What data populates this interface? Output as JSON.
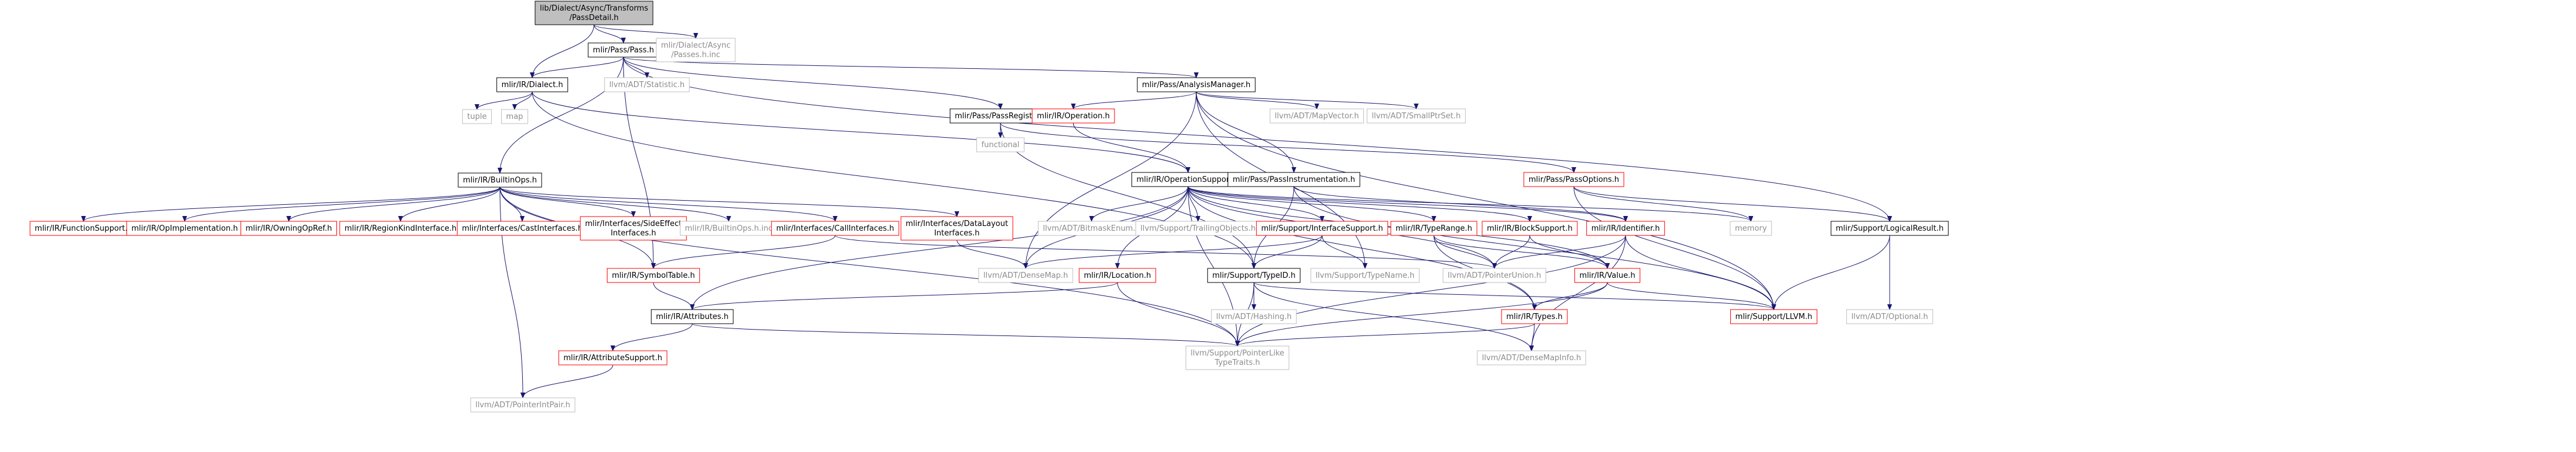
{
  "colors": {
    "edge": "#191970",
    "root_fill": "#bfbfbf",
    "box_black": "#000000",
    "box_red": "#ff0000",
    "box_gray": "#bfbfbf",
    "text_black": "#000000",
    "text_gray": "#8c8c8c"
  },
  "nodes": [
    {
      "id": "root",
      "lines": [
        "lib/Dialect/Async/Transforms",
        "/PassDetail.h"
      ],
      "style": "root"
    },
    {
      "id": "pass_h",
      "lines": [
        "mlir/Pass/Pass.h"
      ],
      "style": "black"
    },
    {
      "id": "async_passes_inc",
      "lines": [
        "mlir/Dialect/Async",
        "/Passes.h.inc"
      ],
      "style": "gray"
    },
    {
      "id": "dialect_h",
      "lines": [
        "mlir/IR/Dialect.h"
      ],
      "style": "black"
    },
    {
      "id": "statistic_h",
      "lines": [
        "llvm/ADT/Statistic.h"
      ],
      "style": "gray"
    },
    {
      "id": "analysis_manager_h",
      "lines": [
        "mlir/Pass/AnalysisManager.h"
      ],
      "style": "black"
    },
    {
      "id": "pass_registry_h",
      "lines": [
        "mlir/Pass/PassRegistry.h"
      ],
      "style": "black"
    },
    {
      "id": "tuple",
      "lines": [
        "tuple"
      ],
      "style": "gray"
    },
    {
      "id": "map",
      "lines": [
        "map"
      ],
      "style": "gray"
    },
    {
      "id": "operation_h",
      "lines": [
        "mlir/IR/Operation.h"
      ],
      "style": "red"
    },
    {
      "id": "mapvector_h",
      "lines": [
        "llvm/ADT/MapVector.h"
      ],
      "style": "gray"
    },
    {
      "id": "smallptrset_h",
      "lines": [
        "llvm/ADT/SmallPtrSet.h"
      ],
      "style": "gray"
    },
    {
      "id": "functional",
      "lines": [
        "functional"
      ],
      "style": "gray"
    },
    {
      "id": "builtin_ops_h",
      "lines": [
        "mlir/IR/BuiltinOps.h"
      ],
      "style": "black"
    },
    {
      "id": "operation_support_h",
      "lines": [
        "mlir/IR/OperationSupport.h"
      ],
      "style": "black"
    },
    {
      "id": "pass_instrumentation_h",
      "lines": [
        "mlir/Pass/PassInstrumentation.h"
      ],
      "style": "black"
    },
    {
      "id": "pass_options_h",
      "lines": [
        "mlir/Pass/PassOptions.h"
      ],
      "style": "red"
    },
    {
      "id": "function_support_h",
      "lines": [
        "mlir/IR/FunctionSupport.h"
      ],
      "style": "red"
    },
    {
      "id": "op_implementation_h",
      "lines": [
        "mlir/IR/OpImplementation.h"
      ],
      "style": "red"
    },
    {
      "id": "owning_op_ref_h",
      "lines": [
        "mlir/IR/OwningOpRef.h"
      ],
      "style": "red"
    },
    {
      "id": "region_kind_interface_h",
      "lines": [
        "mlir/IR/RegionKindInterface.h"
      ],
      "style": "red"
    },
    {
      "id": "cast_interfaces_h",
      "lines": [
        "mlir/Interfaces/CastInterfaces.h"
      ],
      "style": "red"
    },
    {
      "id": "side_effect_interfaces_h",
      "lines": [
        "mlir/Interfaces/SideEffect",
        "Interfaces.h"
      ],
      "style": "red"
    },
    {
      "id": "builtin_ops_h_inc",
      "lines": [
        "mlir/IR/BuiltinOps.h.inc"
      ],
      "style": "gray"
    },
    {
      "id": "call_interfaces_h",
      "lines": [
        "mlir/Interfaces/CallInterfaces.h"
      ],
      "style": "red"
    },
    {
      "id": "data_layout_interfaces_h",
      "lines": [
        "mlir/Interfaces/DataLayout",
        "Interfaces.h"
      ],
      "style": "red"
    },
    {
      "id": "bitmask_enum_h",
      "lines": [
        "llvm/ADT/BitmaskEnum.h"
      ],
      "style": "gray"
    },
    {
      "id": "trailing_objects_h",
      "lines": [
        "llvm/Support/TrailingObjects.h"
      ],
      "style": "gray"
    },
    {
      "id": "interface_support_h",
      "lines": [
        "mlir/Support/InterfaceSupport.h"
      ],
      "style": "red"
    },
    {
      "id": "type_range_h",
      "lines": [
        "mlir/IR/TypeRange.h"
      ],
      "style": "red"
    },
    {
      "id": "block_support_h",
      "lines": [
        "mlir/IR/BlockSupport.h"
      ],
      "style": "red"
    },
    {
      "id": "identifier_h",
      "lines": [
        "mlir/IR/Identifier.h"
      ],
      "style": "red"
    },
    {
      "id": "memory",
      "lines": [
        "memory"
      ],
      "style": "gray"
    },
    {
      "id": "logical_result_h",
      "lines": [
        "mlir/Support/LogicalResult.h"
      ],
      "style": "black"
    },
    {
      "id": "symbol_table_h",
      "lines": [
        "mlir/IR/SymbolTable.h"
      ],
      "style": "red"
    },
    {
      "id": "dense_map_h",
      "lines": [
        "llvm/ADT/DenseMap.h"
      ],
      "style": "gray"
    },
    {
      "id": "location_h",
      "lines": [
        "mlir/IR/Location.h"
      ],
      "style": "red"
    },
    {
      "id": "type_id_h",
      "lines": [
        "mlir/Support/TypeID.h"
      ],
      "style": "black"
    },
    {
      "id": "type_name_h",
      "lines": [
        "llvm/Support/TypeName.h"
      ],
      "style": "gray"
    },
    {
      "id": "pointer_union_h",
      "lines": [
        "llvm/ADT/PointerUnion.h"
      ],
      "style": "gray"
    },
    {
      "id": "value_h",
      "lines": [
        "mlir/IR/Value.h"
      ],
      "style": "red"
    },
    {
      "id": "optional_h",
      "lines": [
        "llvm/ADT/Optional.h"
      ],
      "style": "gray"
    },
    {
      "id": "attributes_h",
      "lines": [
        "mlir/IR/Attributes.h"
      ],
      "style": "black"
    },
    {
      "id": "hashing_h",
      "lines": [
        "llvm/ADT/Hashing.h"
      ],
      "style": "gray"
    },
    {
      "id": "types_h",
      "lines": [
        "mlir/IR/Types.h"
      ],
      "style": "red"
    },
    {
      "id": "support_llvm_h",
      "lines": [
        "mlir/Support/LLVM.h"
      ],
      "style": "red"
    },
    {
      "id": "attribute_support_h",
      "lines": [
        "mlir/IR/AttributeSupport.h"
      ],
      "style": "red"
    },
    {
      "id": "pointer_like_type_traits_h",
      "lines": [
        "llvm/Support/PointerLike",
        "TypeTraits.h"
      ],
      "style": "gray"
    },
    {
      "id": "dense_map_info_h",
      "lines": [
        "llvm/ADT/DenseMapInfo.h"
      ],
      "style": "gray"
    },
    {
      "id": "pointer_int_pair_h",
      "lines": [
        "llvm/ADT/PointerIntPair.h"
      ],
      "style": "gray"
    }
  ],
  "edges": [
    [
      "root",
      "pass_h"
    ],
    [
      "root",
      "async_passes_inc"
    ],
    [
      "root",
      "dialect_h"
    ],
    [
      "pass_h",
      "dialect_h"
    ],
    [
      "pass_h",
      "statistic_h"
    ],
    [
      "pass_h",
      "analysis_manager_h"
    ],
    [
      "pass_h",
      "pass_registry_h"
    ],
    [
      "pass_h",
      "builtin_ops_h"
    ],
    [
      "pass_h",
      "symbol_table_h"
    ],
    [
      "pass_h",
      "logical_result_h"
    ],
    [
      "dialect_h",
      "tuple"
    ],
    [
      "dialect_h",
      "map"
    ],
    [
      "dialect_h",
      "operation_support_h"
    ],
    [
      "dialect_h",
      "type_id_h"
    ],
    [
      "analysis_manager_h",
      "operation_h"
    ],
    [
      "analysis_manager_h",
      "mapvector_h"
    ],
    [
      "analysis_manager_h",
      "smallptrset_h"
    ],
    [
      "analysis_manager_h",
      "pass_instrumentation_h"
    ],
    [
      "analysis_manager_h",
      "dense_map_h"
    ],
    [
      "analysis_manager_h",
      "type_name_h"
    ],
    [
      "analysis_manager_h",
      "support_llvm_h"
    ],
    [
      "pass_registry_h",
      "functional"
    ],
    [
      "pass_registry_h",
      "pass_options_h"
    ],
    [
      "pass_registry_h",
      "type_id_h"
    ],
    [
      "operation_h",
      "operation_support_h"
    ],
    [
      "builtin_ops_h",
      "function_support_h"
    ],
    [
      "builtin_ops_h",
      "op_implementation_h"
    ],
    [
      "builtin_ops_h",
      "owning_op_ref_h"
    ],
    [
      "builtin_ops_h",
      "region_kind_interface_h"
    ],
    [
      "builtin_ops_h",
      "cast_interfaces_h"
    ],
    [
      "builtin_ops_h",
      "side_effect_interfaces_h"
    ],
    [
      "builtin_ops_h",
      "builtin_ops_h_inc"
    ],
    [
      "builtin_ops_h",
      "call_interfaces_h"
    ],
    [
      "builtin_ops_h",
      "data_layout_interfaces_h"
    ],
    [
      "builtin_ops_h",
      "symbol_table_h"
    ],
    [
      "builtin_ops_h",
      "pointer_like_type_traits_h"
    ],
    [
      "builtin_ops_h",
      "pointer_int_pair_h"
    ],
    [
      "operation_support_h",
      "bitmask_enum_h"
    ],
    [
      "operation_support_h",
      "trailing_objects_h"
    ],
    [
      "operation_support_h",
      "interface_support_h"
    ],
    [
      "operation_support_h",
      "type_range_h"
    ],
    [
      "operation_support_h",
      "block_support_h"
    ],
    [
      "operation_support_h",
      "identifier_h"
    ],
    [
      "operation_support_h",
      "memory"
    ],
    [
      "operation_support_h",
      "location_h"
    ],
    [
      "operation_support_h",
      "attributes_h"
    ],
    [
      "operation_support_h",
      "pointer_union_h"
    ],
    [
      "operation_support_h",
      "value_h"
    ],
    [
      "operation_support_h",
      "types_h"
    ],
    [
      "operation_support_h",
      "pointer_like_type_traits_h"
    ],
    [
      "operation_support_h",
      "dense_map_h"
    ],
    [
      "pass_instrumentation_h",
      "identifier_h"
    ],
    [
      "pass_instrumentation_h",
      "type_id_h"
    ],
    [
      "pass_instrumentation_h",
      "support_llvm_h"
    ],
    [
      "pass_options_h",
      "memory"
    ],
    [
      "pass_options_h",
      "logical_result_h"
    ],
    [
      "pass_options_h",
      "support_llvm_h"
    ],
    [
      "call_interfaces_h",
      "symbol_table_h"
    ],
    [
      "call_interfaces_h",
      "pointer_union_h"
    ],
    [
      "data_layout_interfaces_h",
      "dense_map_h"
    ],
    [
      "interface_support_h",
      "type_id_h"
    ],
    [
      "interface_support_h",
      "dense_map_h"
    ],
    [
      "interface_support_h",
      "type_name_h"
    ],
    [
      "type_range_h",
      "pointer_union_h"
    ],
    [
      "type_range_h",
      "value_h"
    ],
    [
      "type_range_h",
      "types_h"
    ],
    [
      "block_support_h",
      "value_h"
    ],
    [
      "block_support_h",
      "pointer_union_h"
    ],
    [
      "identifier_h",
      "pointer_union_h"
    ],
    [
      "identifier_h",
      "support_llvm_h"
    ],
    [
      "identifier_h",
      "pointer_like_type_traits_h"
    ],
    [
      "identifier_h",
      "dense_map_info_h"
    ],
    [
      "logical_result_h",
      "optional_h"
    ],
    [
      "logical_result_h",
      "support_llvm_h"
    ],
    [
      "symbol_table_h",
      "attributes_h"
    ],
    [
      "location_h",
      "attributes_h"
    ],
    [
      "location_h",
      "pointer_like_type_traits_h"
    ],
    [
      "type_id_h",
      "support_llvm_h"
    ],
    [
      "type_id_h",
      "hashing_h"
    ],
    [
      "type_id_h",
      "pointer_like_type_traits_h"
    ],
    [
      "type_id_h",
      "dense_map_info_h"
    ],
    [
      "value_h",
      "types_h"
    ],
    [
      "value_h",
      "support_llvm_h"
    ],
    [
      "value_h",
      "pointer_like_type_traits_h"
    ],
    [
      "attributes_h",
      "attribute_support_h"
    ],
    [
      "attributes_h",
      "pointer_like_type_traits_h"
    ],
    [
      "types_h",
      "pointer_like_type_traits_h"
    ],
    [
      "types_h",
      "dense_map_info_h"
    ],
    [
      "attribute_support_h",
      "pointer_int_pair_h"
    ]
  ]
}
